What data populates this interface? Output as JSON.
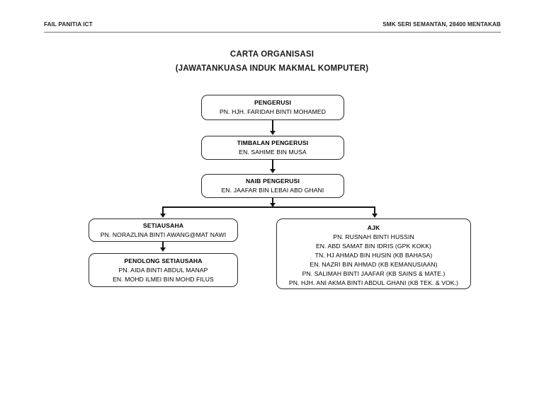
{
  "header": {
    "left": "FAIL PANITIA ICT",
    "right": "SMK SERI SEMANTAN, 28400 MENTAKAB"
  },
  "title": {
    "line1": "CARTA ORGANISASI",
    "line2": "(JAWATANKUASA INDUK MAKMAL KOMPUTER)"
  },
  "nodes": {
    "pengerusi": {
      "role": "PENGERUSI",
      "people": [
        "PN. HJH. FARIDAH BINTI MOHAMED"
      ]
    },
    "timbalan_pengerusi": {
      "role": "TIMBALAN PENGERUSI",
      "people": [
        "EN. SAHIME BIN MUSA"
      ]
    },
    "naib_pengerusi": {
      "role": "NAIB PENGERUSI",
      "people": [
        "EN. JAAFAR BIN LEBAI ABD GHANI"
      ]
    },
    "setiausaha": {
      "role": "SETIAUSAHA",
      "people": [
        "PN. NORAZLINA BINTI AWANG@MAT NAWI"
      ]
    },
    "penolong_setiausaha": {
      "role": "PENOLONG SETIAUSAHA",
      "people": [
        "PN. AIDA BINTI ABDUL MANAP",
        "EN. MOHD ILMEI BIN MOHD FILUS"
      ]
    },
    "ajk": {
      "role": "AJK",
      "people": [
        "PN. RUSNAH BINTI HUSSIN",
        "EN. ABD SAMAT BIN IDRIS (GPK KOKK)",
        "TN. HJ AHMAD BIN HUSIN (KB BAHASA)",
        "EN. NAZRI BIN AHMAD (KB KEMANUSIAAN)",
        "PN. SALIMAH BINTI JAAFAR (KB SAINS & MATE.)",
        "PN. HJH. ANI AKMA BINTI ABDUL GHANI (KB TEK. & VOK.)"
      ]
    }
  }
}
